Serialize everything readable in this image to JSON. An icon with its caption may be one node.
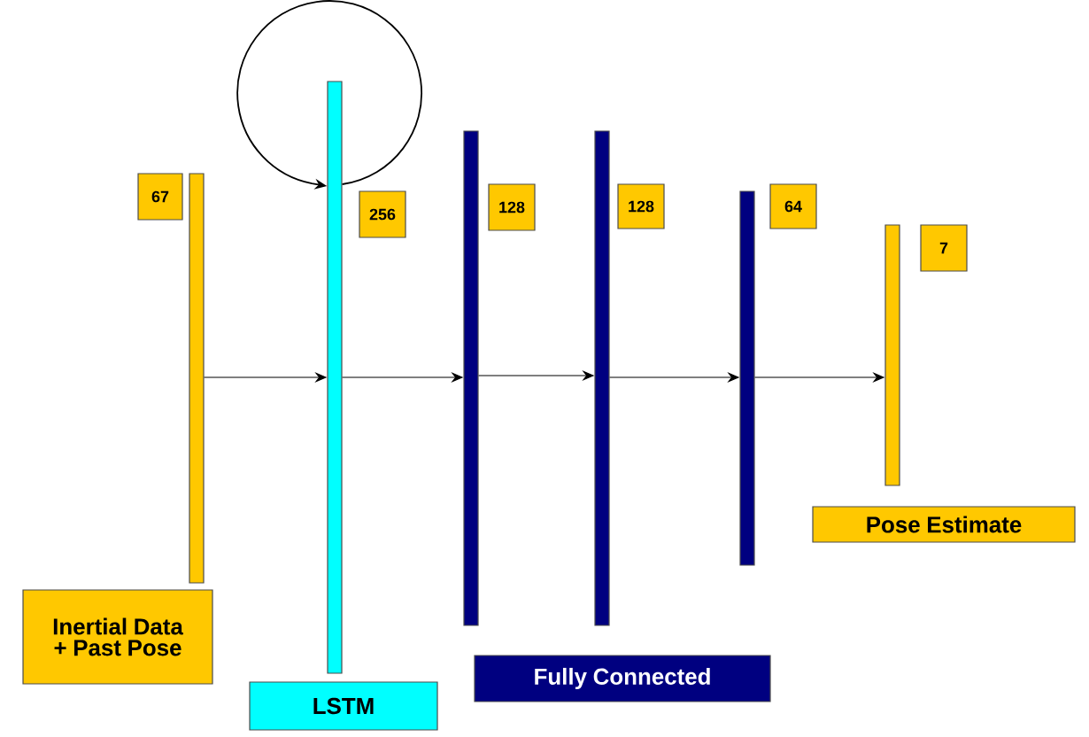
{
  "diagram": {
    "nodes": [
      {
        "text": [],
        "shape": "bar"
      },
      {
        "text": [],
        "shape": "bar"
      },
      {
        "text": [],
        "shape": "bar"
      },
      {
        "text": [],
        "shape": "bar"
      },
      {
        "text": [],
        "shape": "bar"
      },
      {
        "text": [],
        "shape": "bar"
      },
      {
        "text": [
          "67"
        ]
      },
      {
        "text": [
          "256"
        ]
      },
      {
        "text": [
          "128"
        ]
      },
      {
        "text": [
          "128"
        ]
      },
      {
        "text": [
          "64"
        ]
      },
      {
        "text": [
          "7"
        ]
      },
      {
        "text": [
          "Inertial Data + Past Pose"
        ]
      },
      {
        "text": [
          "LSTM"
        ]
      },
      {
        "text": [
          "Fully Connected"
        ]
      },
      {
        "text": [
          "Pose Estimate"
        ]
      }
    ],
    "edges": [
      {
        "from": 0,
        "to": 1,
        "arrow": "to"
      },
      {
        "from": 1,
        "to": 1,
        "arrow": "to"
      },
      {
        "from": 1,
        "to": 2,
        "arrow": "to"
      },
      {
        "from": 2,
        "to": 3,
        "arrow": "to"
      },
      {
        "from": 3,
        "to": 4,
        "arrow": "to"
      },
      {
        "from": 4,
        "to": 5,
        "arrow": "to"
      }
    ]
  }
}
